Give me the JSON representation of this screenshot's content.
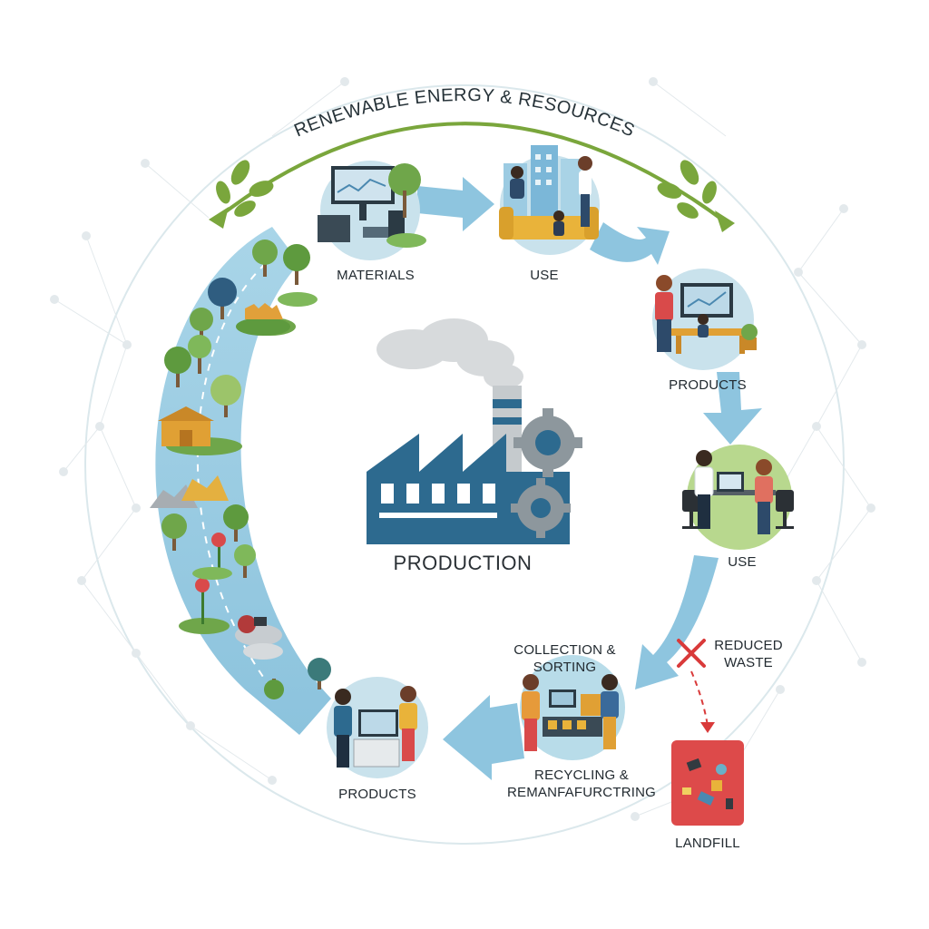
{
  "diagram": {
    "arc_title": "RENEWABLE ENERGY & RESOURCES",
    "center": {
      "label": "PRODUCTION"
    },
    "stages": {
      "materials": "MATERIALS",
      "use_top": "USE",
      "products_right": "PRODUCTS",
      "use_right": "USE",
      "collection": "COLLECTION & SORTING",
      "recycling": "RECYCLING & REMANFAFURCTRING",
      "products_bottom": "PRODUCTS"
    },
    "waste": {
      "reduced": "REDUCED WASTE",
      "landfill": "LANDFILL"
    }
  },
  "colors": {
    "arrow": "#8ec5df",
    "arrow_dark": "#6eaed0",
    "leaf": "#7aa63c",
    "factory": "#2d6a8f",
    "gear": "#8d979d",
    "landfill": "#dd4a4a",
    "cross": "#d93a3a"
  }
}
